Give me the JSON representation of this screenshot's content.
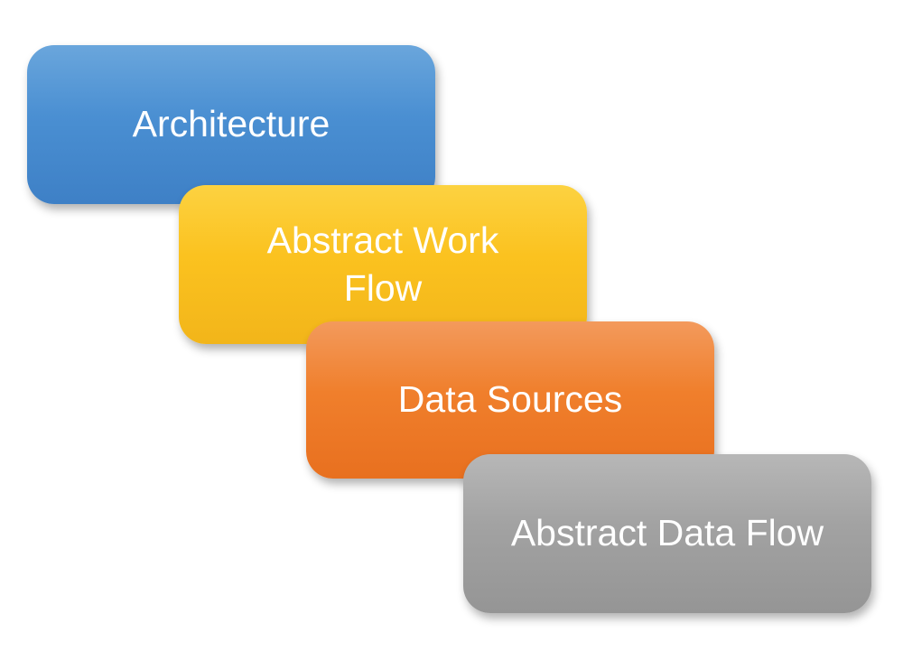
{
  "steps": [
    {
      "label": "Architecture",
      "color": "#4a8fd2"
    },
    {
      "label": "Abstract Work Flow",
      "color": "#fbc21f"
    },
    {
      "label": "Data Sources",
      "color": "#f07f2c"
    },
    {
      "label": "Abstract Data Flow",
      "color": "#a2a2a2"
    }
  ]
}
